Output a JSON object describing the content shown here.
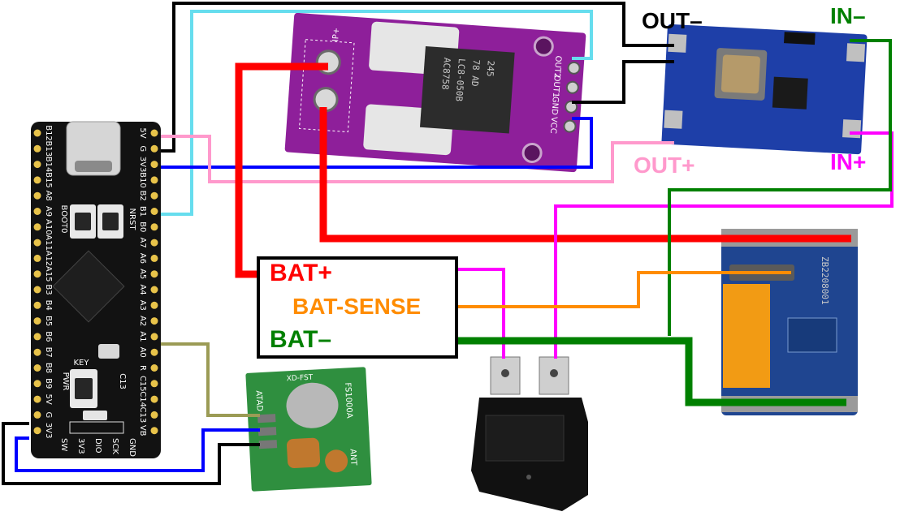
{
  "labels": {
    "out_minus": "OUT–",
    "in_minus": "IN–",
    "out_plus": "OUT+",
    "in_plus": "IN+",
    "bat_plus": "BAT+",
    "bat_sense": "BAT-SENSE",
    "bat_minus": "BAT–"
  },
  "mcu_board": {
    "left_pins": [
      "B12",
      "B13",
      "B14",
      "B15",
      "A8",
      "A9",
      "A10",
      "A11",
      "A12",
      "A15",
      "B3",
      "B4",
      "B5",
      "B6",
      "B7",
      "B8",
      "B9",
      "5V",
      "G",
      "3V3"
    ],
    "right_pins": [
      "5V",
      "G",
      "3V3",
      "B10",
      "B2",
      "B1",
      "B0",
      "A7",
      "A6",
      "A5",
      "A4",
      "A3",
      "A2",
      "A1",
      "A0",
      "R",
      "C15",
      "C14",
      "C13",
      "VB"
    ],
    "bottom_pins": [
      "SW",
      "3V3",
      "DIO",
      "SCK",
      "GND"
    ],
    "button_labels": {
      "boot0": "BOOT0",
      "nrst": "NRST",
      "key": "KEY",
      "pwr": "PWR",
      "c13": "C13"
    }
  },
  "current_sensor": {
    "chip_lines": [
      "AC8758",
      "LC8-050B",
      "78 AD",
      "245"
    ],
    "pins": [
      "OUT2",
      "OUT1",
      "GND",
      "VCC"
    ],
    "ip_label": "IP+"
  },
  "rf_module": {
    "title": "XD-FST",
    "model": "FS1000A",
    "pins": "ATAD",
    "ant": "ANT"
  },
  "battery_board": {
    "pcb_code": "ZB2208001"
  },
  "colors": {
    "red": "#ff0000",
    "green": "#008000",
    "magenta": "#ff00ff",
    "orange": "#ff8c00",
    "pink": "#ff99cc",
    "blue": "#0000ff",
    "cyan": "#66ddee",
    "olive": "#9b9b55",
    "black": "#000000"
  }
}
